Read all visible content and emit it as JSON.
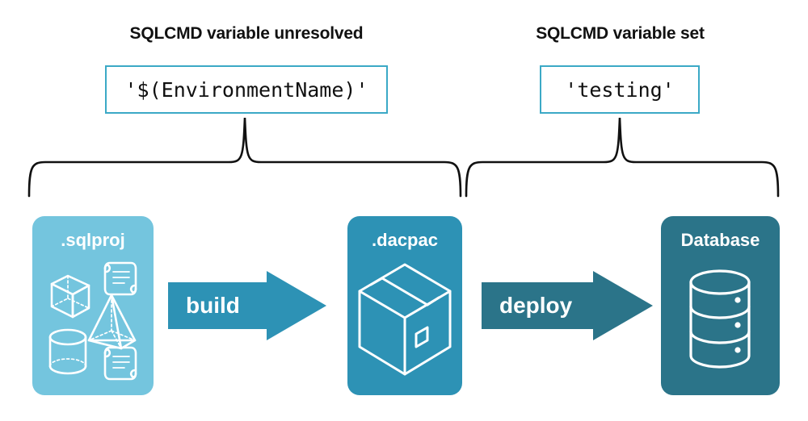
{
  "diagram": {
    "title_left": "SQLCMD variable unresolved",
    "title_right": "SQLCMD variable set",
    "variable_unresolved_value": "'$(EnvironmentName)'",
    "variable_set_value": "'testing'",
    "stages": [
      {
        "label": ".sqlproj",
        "color": "#74c5de",
        "icon": "project-shapes-icon"
      },
      {
        "label": ".dacpac",
        "color": "#2d92b5",
        "icon": "package-box-icon"
      },
      {
        "label": "Database",
        "color": "#2b7489",
        "icon": "database-cylinder-icon"
      }
    ],
    "arrows": [
      {
        "label": "build",
        "color": "#2d92b5"
      },
      {
        "label": "deploy",
        "color": "#2b7489"
      }
    ],
    "colors": {
      "brace": "#111111",
      "varbox_border": "#3ba9c6",
      "heading_text": "#111111",
      "background": "#ffffff",
      "icon_stroke": "#ffffff"
    }
  }
}
